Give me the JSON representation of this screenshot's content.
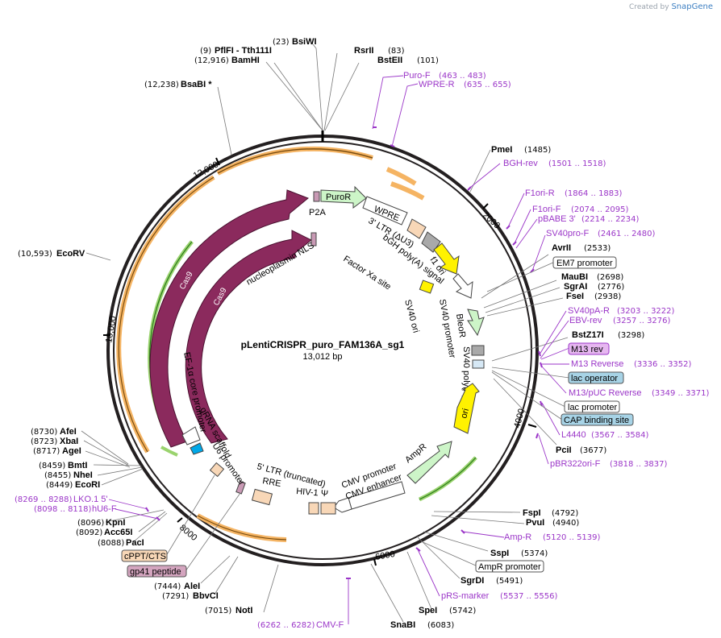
{
  "brand": {
    "prefix": "Created by",
    "name": "SnapGene"
  },
  "plasmid": {
    "name": "pLentiCRISPR_puro_FAM136A_sg1",
    "length": "13,012 bp",
    "total": 13012
  },
  "ticks": [
    "2000",
    "4000",
    "6000",
    "8000",
    "10,000",
    "12,000"
  ],
  "enzymes": [
    {
      "name": "BsiWI",
      "pos": "(23)"
    },
    {
      "name": "PflFI - Tth111I",
      "pos": "(9)"
    },
    {
      "name": "BamHI",
      "pos": "(12,916)"
    },
    {
      "name": "RsrII",
      "pos": "(83)"
    },
    {
      "name": "BstEII",
      "pos": "(101)"
    },
    {
      "name": "BsaBI *",
      "pos": "(12,238)"
    },
    {
      "name": "PmeI",
      "pos": "(1485)"
    },
    {
      "name": "AvrII",
      "pos": "(2533)"
    },
    {
      "name": "MauBI",
      "pos": "(2698)"
    },
    {
      "name": "SgrAI",
      "pos": "(2776)"
    },
    {
      "name": "FseI",
      "pos": "(2938)"
    },
    {
      "name": "BstZ17I",
      "pos": "(3298)"
    },
    {
      "name": "PciI",
      "pos": "(3677)"
    },
    {
      "name": "FspI",
      "pos": "(4792)"
    },
    {
      "name": "PvuI",
      "pos": "(4940)"
    },
    {
      "name": "SspI",
      "pos": "(5374)"
    },
    {
      "name": "SgrDI",
      "pos": "(5491)"
    },
    {
      "name": "SpeI",
      "pos": "(5742)"
    },
    {
      "name": "SnaBI",
      "pos": "(6083)"
    },
    {
      "name": "NotI",
      "pos": "(7015)"
    },
    {
      "name": "BbvCI",
      "pos": "(7291)"
    },
    {
      "name": "AleI",
      "pos": "(7444)"
    },
    {
      "name": "PacI",
      "pos": "(8088)"
    },
    {
      "name": "Acc65I",
      "pos": "(8092)"
    },
    {
      "name": "KpnI",
      "pos": "(8096)"
    },
    {
      "name": "EcoRI",
      "pos": "(8449)"
    },
    {
      "name": "NheI",
      "pos": "(8455)"
    },
    {
      "name": "BmtI",
      "pos": "(8459)"
    },
    {
      "name": "AgeI",
      "pos": "(8717)"
    },
    {
      "name": "XbaI",
      "pos": "(8723)"
    },
    {
      "name": "AfeI",
      "pos": "(8730)"
    },
    {
      "name": "EcoRV",
      "pos": "(10,593)"
    }
  ],
  "primers": [
    {
      "name": "Puro-F",
      "pos": "(463 .. 483)"
    },
    {
      "name": "WPRE-R",
      "pos": "(635 .. 655)"
    },
    {
      "name": "BGH-rev",
      "pos": "(1501 .. 1518)"
    },
    {
      "name": "F1ori-R",
      "pos": "(1864 .. 1883)"
    },
    {
      "name": "F1ori-F",
      "pos": "(2074 .. 2095)"
    },
    {
      "name": "pBABE 3'",
      "pos": "(2214 .. 2234)"
    },
    {
      "name": "SV40pro-F",
      "pos": "(2461 .. 2480)"
    },
    {
      "name": "SV40pA-R",
      "pos": "(3203 .. 3222)"
    },
    {
      "name": "EBV-rev",
      "pos": "(3257 .. 3276)"
    },
    {
      "name": "M13 Reverse",
      "pos": "(3336 .. 3352)"
    },
    {
      "name": "M13/pUC Reverse",
      "pos": "(3349 .. 3371)"
    },
    {
      "name": "L4440",
      "pos": "(3567 .. 3584)"
    },
    {
      "name": "pBR322ori-F",
      "pos": "(3818 .. 3837)"
    },
    {
      "name": "Amp-R",
      "pos": "(5120 .. 5139)"
    },
    {
      "name": "pRS-marker",
      "pos": "(5537 .. 5556)"
    },
    {
      "name": "CMV-F",
      "pos": "(6262 .. 6282)"
    },
    {
      "name": "LKO.1 5'",
      "pos": "(8269 .. 8288)"
    },
    {
      "name": "hU6-F",
      "pos": "(8098 .. 8118)"
    }
  ],
  "boxes": [
    "EM7 promoter",
    "M13 rev",
    "lac operator",
    "lac promoter",
    "CAP binding site",
    "AmpR promoter",
    "cPPT/CTS",
    "gp41 peptide"
  ],
  "features": [
    "PuroR",
    "P2A",
    "WPRE",
    "3' LTR (ΔU3)",
    "bGH poly(A) signal",
    "f1 ori",
    "Factor Xa site",
    "SV40 ori",
    "SV40 promoter",
    "BleoR",
    "SV40 poly(A) signal",
    "ori",
    "AmpR",
    "CMV enhancer",
    "CMV promoter",
    "HIV-1 Ψ",
    "RRE",
    "5' LTR (truncated)",
    "U6 promoter",
    "gRNA scaffold",
    "EF-1α core promoter",
    "Cas9",
    "Cas9",
    "nucleoplasmin NLS"
  ],
  "colors": {
    "primer": "#9b36c8",
    "cas9": "#8b2a5d",
    "orf_green": "#cdf5c8",
    "yellow": "#fff200",
    "tan": "#f8d7b7",
    "backbone": "#231f20"
  }
}
